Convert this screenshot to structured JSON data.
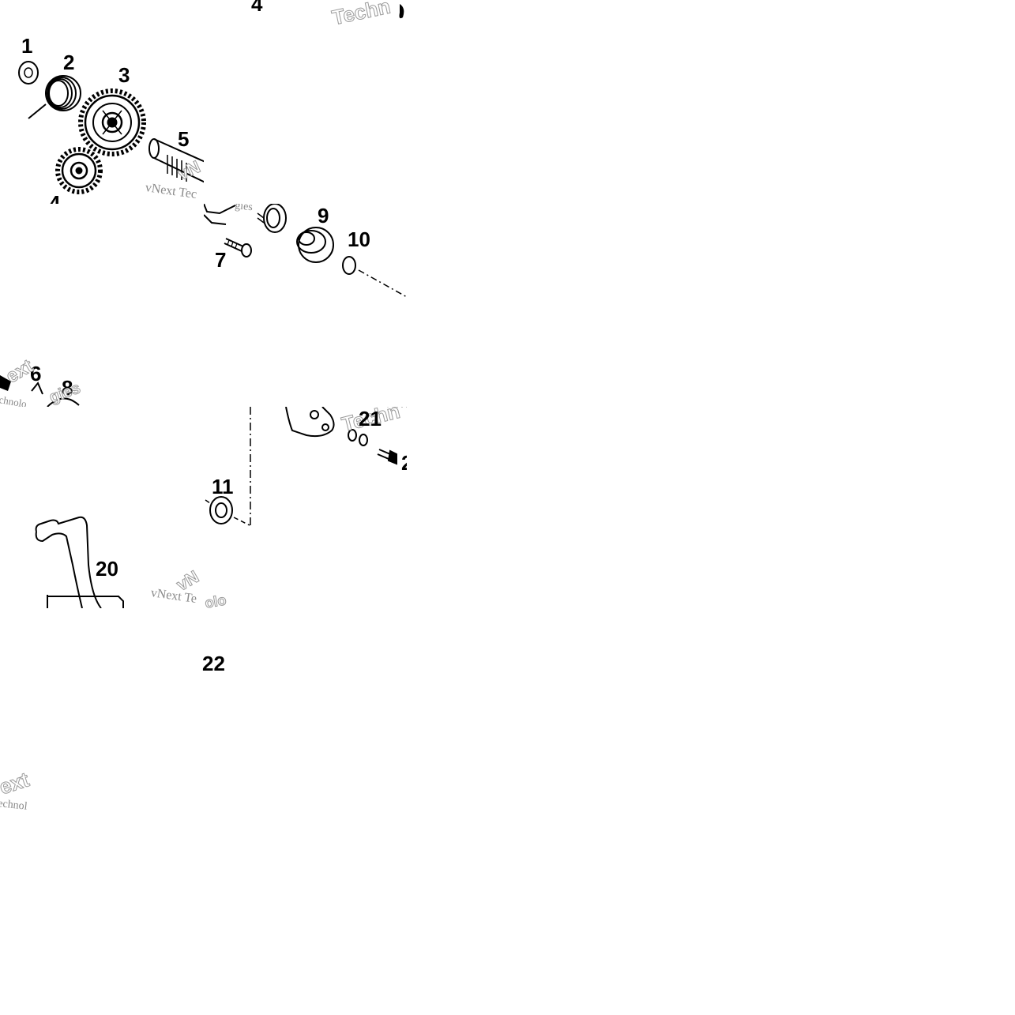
{
  "callouts": {
    "c1": "1",
    "c2": "2",
    "c3": "3",
    "c4_top": "4",
    "c4_gear": "4",
    "c5": "5",
    "c6": "6",
    "c7": "7",
    "c8": "8",
    "c9": "9",
    "c10": "10",
    "c11": "11",
    "c20": "20",
    "c21": "21",
    "c22_right": "2",
    "c22": "22"
  },
  "watermarks": {
    "brand_top": "Techn",
    "brand_tile1": "vNext Tec",
    "brand_tile1_outline": "vN",
    "brand_tile1_b": "gies",
    "brand_tile2": "ext",
    "brand_tile2_b": "chnolo",
    "brand_tile2_c": "gies",
    "brand_tile3": "Techn",
    "brand_tile4": "vNext Te",
    "brand_tile4_outline": "vN",
    "brand_tile4_b": "olo",
    "brand_bottom": "ext",
    "brand_bottom_b": "echnol"
  }
}
